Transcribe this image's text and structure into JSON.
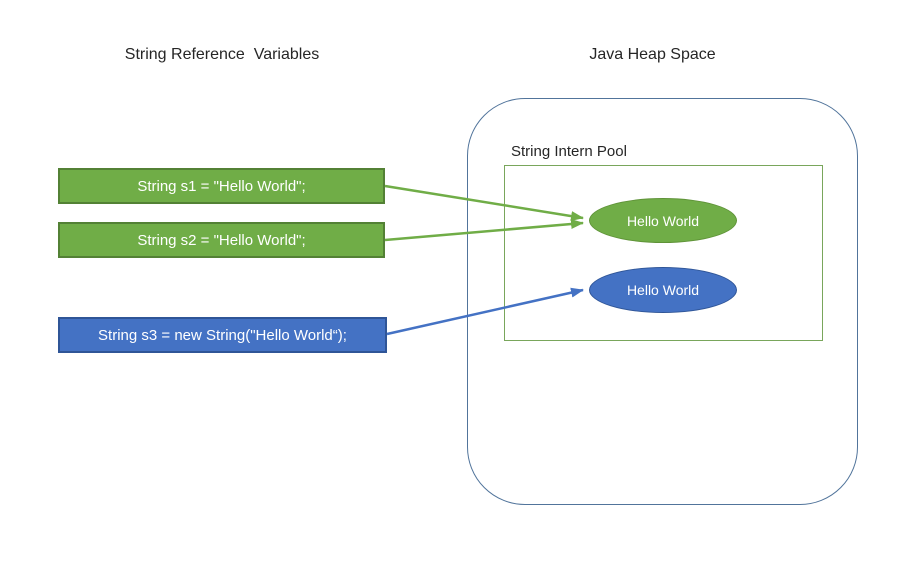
{
  "titles": {
    "reference_variables": "String Reference  Variables",
    "heap_space": "Java Heap Space"
  },
  "intern_pool": {
    "label": "String Intern Pool"
  },
  "variables": [
    {
      "name": "s1",
      "label": "String s1 = \"Hello World\";",
      "kind": "string-literal"
    },
    {
      "name": "s2",
      "label": "String s2 = \"Hello World\";",
      "kind": "string-literal"
    },
    {
      "name": "s3",
      "label": "String s3 = new String(\"Hello World“);",
      "kind": "new-string-object"
    }
  ],
  "heap_objects": [
    {
      "name": "interned-string",
      "label": "Hello World",
      "location": "string-intern-pool"
    },
    {
      "name": "new-string-object",
      "label": "Hello World",
      "location": "heap"
    }
  ],
  "connections": [
    {
      "from": "s1",
      "to": "interned-string"
    },
    {
      "from": "s2",
      "to": "interned-string"
    },
    {
      "from": "s3",
      "to": "new-string-object"
    }
  ],
  "colors": {
    "literal_fill": "#70AD47",
    "literal_border": "#538135",
    "object_fill": "#4472C4",
    "object_border": "#2F5597",
    "heap_border": "#51749B",
    "pool_border": "#79A65B",
    "shape_text": "#FFFFFF",
    "label_text": "#262626",
    "background": "#FFFFFF"
  }
}
